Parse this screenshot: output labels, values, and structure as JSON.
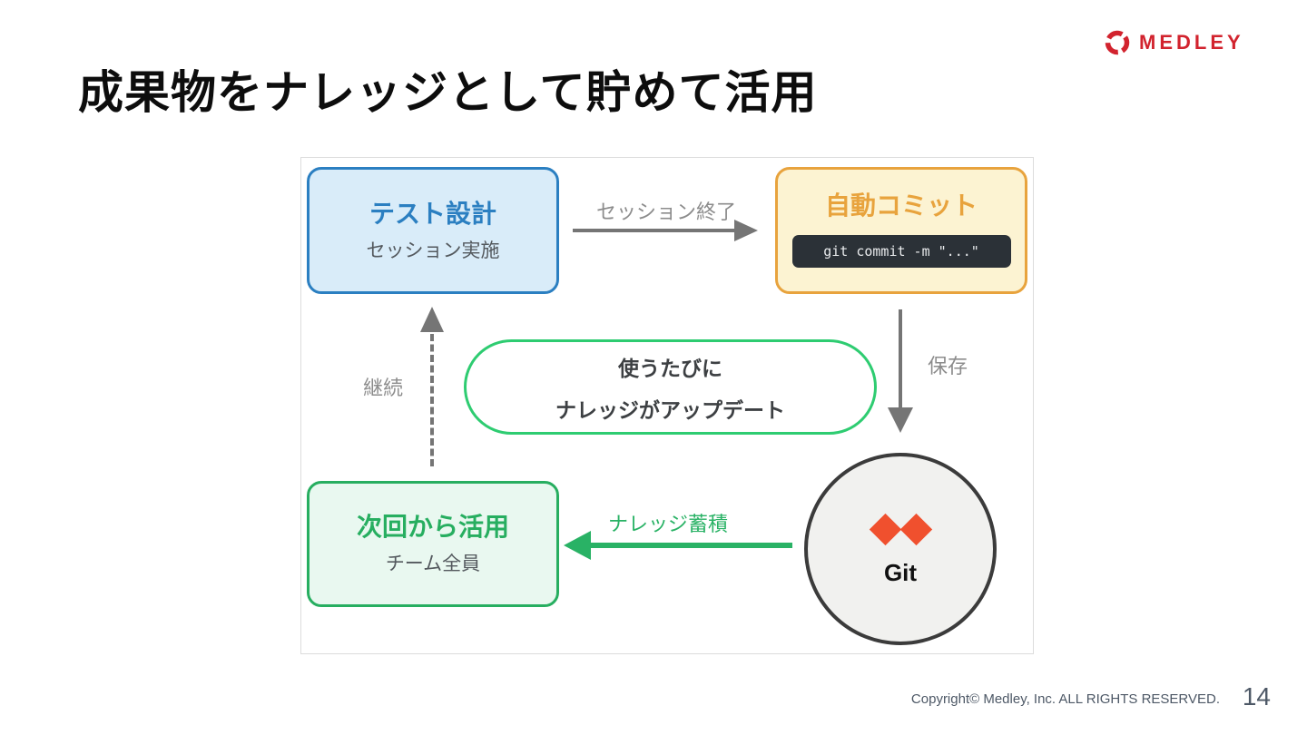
{
  "colors": {
    "brand-red": "#d2232e",
    "blue": "#2b7fc1",
    "blue-fill": "#d9ecf9",
    "orange": "#e8a33d",
    "orange-fill": "#fcf3d2",
    "green": "#27ae60",
    "green-fill": "#e9f8f0",
    "pill-green": "#2ecc71",
    "green-arrow": "#29b265",
    "arrow-gray": "#757575",
    "label-gray": "#8c8c8c",
    "code-bg": "#2b3137",
    "code-text": "#e8eaec",
    "circle-fill": "#f1f1ef",
    "circle-border": "#3b3b3b",
    "git-red": "#f0502e",
    "text-dark": "#3d4043",
    "footer-gray": "#4d5866"
  },
  "slide": {
    "title": "成果物をナレッジとして貯めて活用",
    "logo_text": "MEDLEY",
    "footer": {
      "copyright": "Copyright© Medley, Inc. ALL RIGHTS RESERVED.",
      "page_number": "14"
    }
  },
  "diagram": {
    "test_design": {
      "title": "テスト設計",
      "subtitle": "セッション実施"
    },
    "auto_commit": {
      "title": "自動コミット",
      "code": "git commit -m \"...\""
    },
    "reuse": {
      "title": "次回から活用",
      "subtitle": "チーム全員"
    },
    "update_pill": {
      "line1": "使うたびに",
      "line2": "ナレッジがアップデート"
    },
    "git_node": {
      "label": "Git"
    },
    "labels": {
      "session_end": "セッション終了",
      "save": "保存",
      "continue": "継続",
      "accumulate": "ナレッジ蓄積"
    }
  }
}
